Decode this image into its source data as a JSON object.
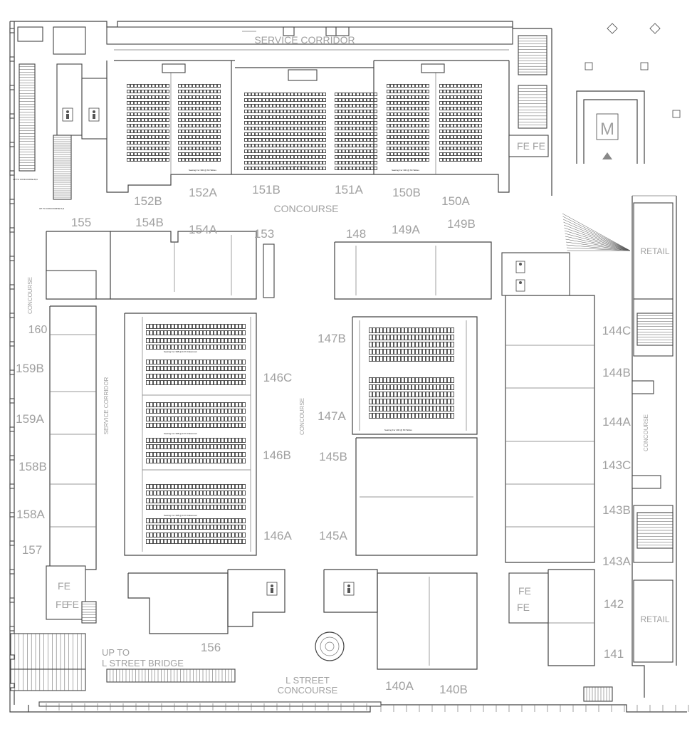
{
  "areas": {
    "service_corridor_top": "SERVICE CORRIDOR",
    "concourse_top": "CONCOURSE",
    "concourse_left": "CONCOURSE",
    "concourse_center": "CONCOURSE",
    "concourse_right": "CONCOURSE",
    "service_corridor_left": "SERVICE CORRIDOR",
    "retail_top": "RETAIL",
    "retail_bottom": "RETAIL",
    "up_to_bridge_1": "UP TO",
    "up_to_bridge_2": "L STREET BRIDGE",
    "l_street_1": "L STREET",
    "l_street_2": "CONCOURSE",
    "metro_logo": "M",
    "fe_1": "FE",
    "fe_2": "FE",
    "fe_3": "FE",
    "fe_4": "FE",
    "fe_5": "FE",
    "fe_6": "FE",
    "fe_7": "FE"
  },
  "rooms": {
    "r152B": "152B",
    "r152A": "152A",
    "r151B": "151B",
    "r151A": "151A",
    "r150B": "150B",
    "r150A": "150A",
    "r155": "155",
    "r154B": "154B",
    "r154A": "154A",
    "r153": "153",
    "r148": "148",
    "r149A": "149A",
    "r149B": "149B",
    "r160": "160",
    "r159B": "159B",
    "r159A": "159A",
    "r158B": "158B",
    "r158A": "158A",
    "r157": "157",
    "r156": "156",
    "r146C": "146C",
    "r146B": "146B",
    "r146A": "146A",
    "r147B": "147B",
    "r147A": "147A",
    "r145B": "145B",
    "r145A": "145A",
    "r144C": "144C",
    "r144B": "144B",
    "r144A": "144A",
    "r143C": "143C",
    "r143B": "143B",
    "r143A": "143A",
    "r142": "142",
    "r141": "141",
    "r140A": "140A",
    "r140B": "140B"
  },
  "captions": {
    "top_room": "Seating For 300 @ 60 Tables",
    "left_room_1": "Seating For 308 @ 18 ft Classroom",
    "left_room_2": "Seating For 308 @ 18 ft Classroom",
    "left_room_3": "Seating For 308 @ 18 ft Classroom",
    "right_room": "Seating For 400 @ 80 Tables",
    "escalator_1": "UP TO CONCOURSE B,C",
    "escalator_2": "UP TO CONCOURSE D,E"
  }
}
